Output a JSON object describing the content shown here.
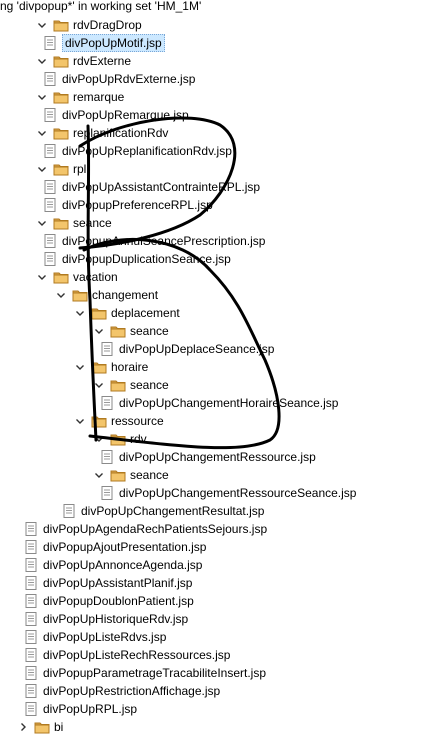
{
  "header": {
    "title": "ng 'divpopup*' in working set 'HM_1M'"
  },
  "tree": [
    {
      "label": "rdvDragDrop",
      "type": "folder",
      "depth": 1,
      "expanded": true
    },
    {
      "label": "divPopUpMotif.jsp",
      "type": "file",
      "depth": 2,
      "selected": true
    },
    {
      "label": "rdvExterne",
      "type": "folder",
      "depth": 1,
      "expanded": true
    },
    {
      "label": "divPopUpRdvExterne.jsp",
      "type": "file",
      "depth": 2
    },
    {
      "label": "remarque",
      "type": "folder",
      "depth": 1,
      "expanded": true
    },
    {
      "label": "divPopUpRemarque.jsp",
      "type": "file",
      "depth": 2
    },
    {
      "label": "replanificationRdv",
      "type": "folder",
      "depth": 1,
      "expanded": true
    },
    {
      "label": "divPopUpReplanificationRdv.jsp",
      "type": "file",
      "depth": 2
    },
    {
      "label": "rpl",
      "type": "folder",
      "depth": 1,
      "expanded": true
    },
    {
      "label": "divPopUpAssistantContrainteRPL.jsp",
      "type": "file",
      "depth": 2
    },
    {
      "label": "divPopupPreferenceRPL.jsp",
      "type": "file",
      "depth": 2
    },
    {
      "label": "seance",
      "type": "folder",
      "depth": 1,
      "expanded": true
    },
    {
      "label": "divPopupAnnulSeancePrescription.jsp",
      "type": "file",
      "depth": 2
    },
    {
      "label": "divPopupDuplicationSeance.jsp",
      "type": "file",
      "depth": 2
    },
    {
      "label": "vacation",
      "type": "folder",
      "depth": 1,
      "expanded": true
    },
    {
      "label": "changement",
      "type": "folder",
      "depth": 2,
      "expanded": true
    },
    {
      "label": "deplacement",
      "type": "folder",
      "depth": 3,
      "expanded": true
    },
    {
      "label": "seance",
      "type": "folder",
      "depth": 4,
      "expanded": true
    },
    {
      "label": "divPopUpDeplaceSeance.jsp",
      "type": "file",
      "depth": 5
    },
    {
      "label": "horaire",
      "type": "folder",
      "depth": 3,
      "expanded": true
    },
    {
      "label": "seance",
      "type": "folder",
      "depth": 4,
      "expanded": true
    },
    {
      "label": "divPopUpChangementHoraireSeance.jsp",
      "type": "file",
      "depth": 5
    },
    {
      "label": "ressource",
      "type": "folder",
      "depth": 3,
      "expanded": true
    },
    {
      "label": "rdv",
      "type": "folder",
      "depth": 4,
      "expanded": true
    },
    {
      "label": "divPopUpChangementRessource.jsp",
      "type": "file",
      "depth": 5
    },
    {
      "label": "seance",
      "type": "folder",
      "depth": 4,
      "expanded": true
    },
    {
      "label": "divPopUpChangementRessourceSeance.jsp",
      "type": "file",
      "depth": 5
    },
    {
      "label": "divPopUpChangementResultat.jsp",
      "type": "file",
      "depth": 3
    },
    {
      "label": "divPopUpAgendaRechPatientsSejours.jsp",
      "type": "file",
      "depth": 1
    },
    {
      "label": "divPopupAjoutPresentation.jsp",
      "type": "file",
      "depth": 1
    },
    {
      "label": "divPopUpAnnonceAgenda.jsp",
      "type": "file",
      "depth": 1
    },
    {
      "label": "divPopUpAssistantPlanif.jsp",
      "type": "file",
      "depth": 1
    },
    {
      "label": "divPopupDoublonPatient.jsp",
      "type": "file",
      "depth": 1
    },
    {
      "label": "divPopUpHistoriqueRdv.jsp",
      "type": "file",
      "depth": 1
    },
    {
      "label": "divPopUpListeRdvs.jsp",
      "type": "file",
      "depth": 1
    },
    {
      "label": "divPopUpListeRechRessources.jsp",
      "type": "file",
      "depth": 1
    },
    {
      "label": "divPopupParametrageTracabiliteInsert.jsp",
      "type": "file",
      "depth": 1
    },
    {
      "label": "divPopUpRestrictionAffichage.jsp",
      "type": "file",
      "depth": 1
    },
    {
      "label": "divPopUpRPL.jsp",
      "type": "file",
      "depth": 1
    },
    {
      "label": "bi",
      "type": "folder",
      "depth": 0,
      "expanded": false
    }
  ],
  "colors": {
    "folder": "#d9a34a",
    "folder_dark": "#b07a20",
    "file": "#8a8a8a",
    "selection": "#cce8ff",
    "ink": "#000000"
  }
}
